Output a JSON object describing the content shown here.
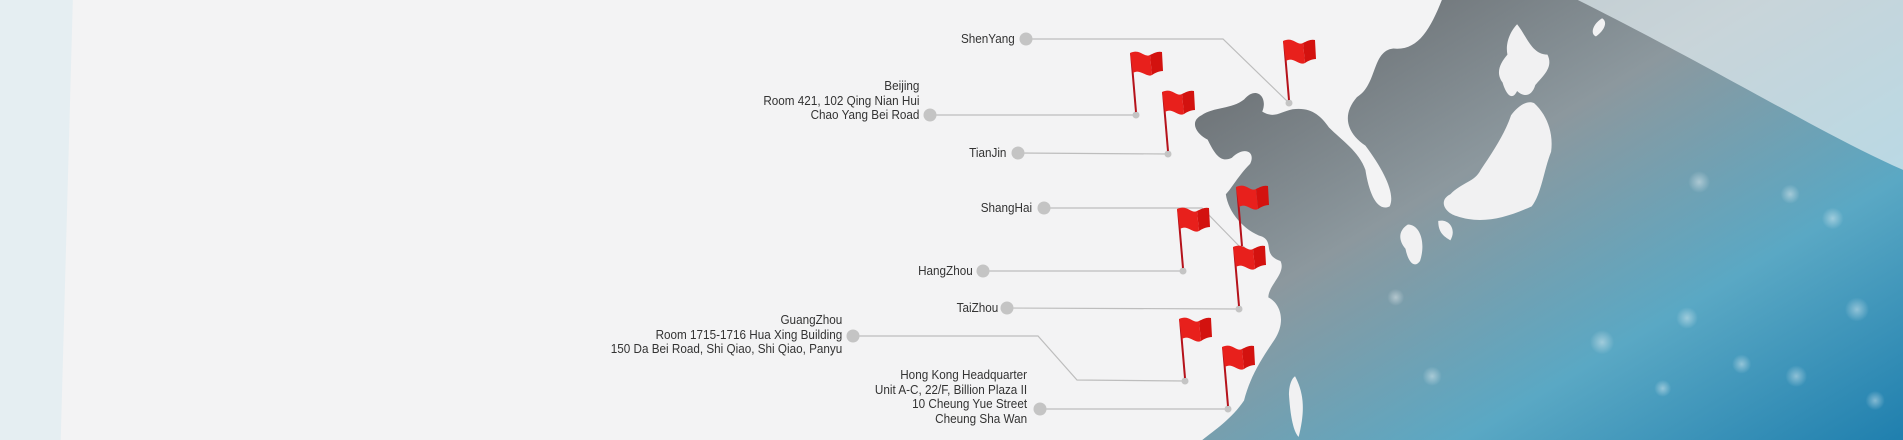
{
  "locations": [
    {
      "name": "ShenYang",
      "lines": [
        "ShenYang"
      ]
    },
    {
      "name": "Beijing",
      "lines": [
        "Beijing",
        "Room 421, 102 Qing Nian Hui",
        "Chao Yang Bei Road"
      ]
    },
    {
      "name": "TianJin",
      "lines": [
        "TianJin"
      ]
    },
    {
      "name": "ShangHai",
      "lines": [
        "ShangHai"
      ]
    },
    {
      "name": "HangZhou",
      "lines": [
        "HangZhou"
      ]
    },
    {
      "name": "TaiZhou",
      "lines": [
        "TaiZhou"
      ]
    },
    {
      "name": "GuangZhou",
      "lines": [
        "GuangZhou",
        "Room 1715-1716 Hua Xing Building",
        "150 Da Bei Road, Shi Qiao, Shi Qiao, Panyu"
      ]
    },
    {
      "name": "Hong Kong Headquarter",
      "lines": [
        "Hong Kong Headquarter",
        "Unit A-C, 22/F, Billion Plaza II",
        "10 Cheung Yue Street",
        "Cheung Sha Wan"
      ]
    }
  ],
  "colors": {
    "flag": "#e8201c",
    "connector": "#bdbdbd",
    "sea": "#6f7275",
    "text": "#333333"
  }
}
